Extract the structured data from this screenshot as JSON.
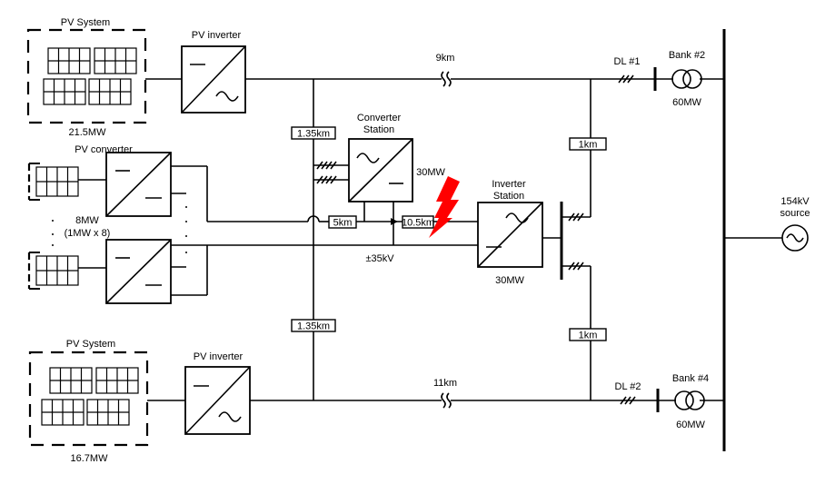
{
  "labels": {
    "pv_system_top": "PV System",
    "pv_system_top_rating": "21.5MW",
    "pv_inverter_top": "PV inverter",
    "pv_converter": "PV converter",
    "pv_converter_rating": "8MW",
    "pv_converter_units": "(1MW x 8)",
    "pv_system_bottom": "PV System",
    "pv_system_bottom_rating": "16.7MW",
    "pv_inverter_bottom": "PV inverter",
    "converter_station_line1": "Converter",
    "converter_station_line2": "Station",
    "converter_station_rating": "30MW",
    "inverter_station_line1": "Inverter",
    "inverter_station_line2": "Station",
    "inverter_station_rating": "30MW",
    "dc_voltage": "±35kV",
    "line_9km": "9km",
    "line_11km": "11km",
    "dl1": "DL #1",
    "dl2": "DL #2",
    "bank2": "Bank #2",
    "bank2_rating": "60MW",
    "bank4": "Bank #4",
    "bank4_rating": "60MW",
    "source_line1": "154kV",
    "source_line2": "source"
  },
  "segments": {
    "seg_135km_top": "1.35km",
    "seg_135km_bottom": "1.35km",
    "seg_1km_top": "1km",
    "seg_1km_bottom": "1km",
    "seg_5km": "5km",
    "seg_105km": "10.5km"
  },
  "colors": {
    "line": "#000000",
    "fault": "#ff0000"
  },
  "icons": {
    "fault": "lightning-bolt-icon",
    "source": "ac-source-icon",
    "transformer": "transformer-icon",
    "converter": "dc-ac-converter-icon"
  }
}
